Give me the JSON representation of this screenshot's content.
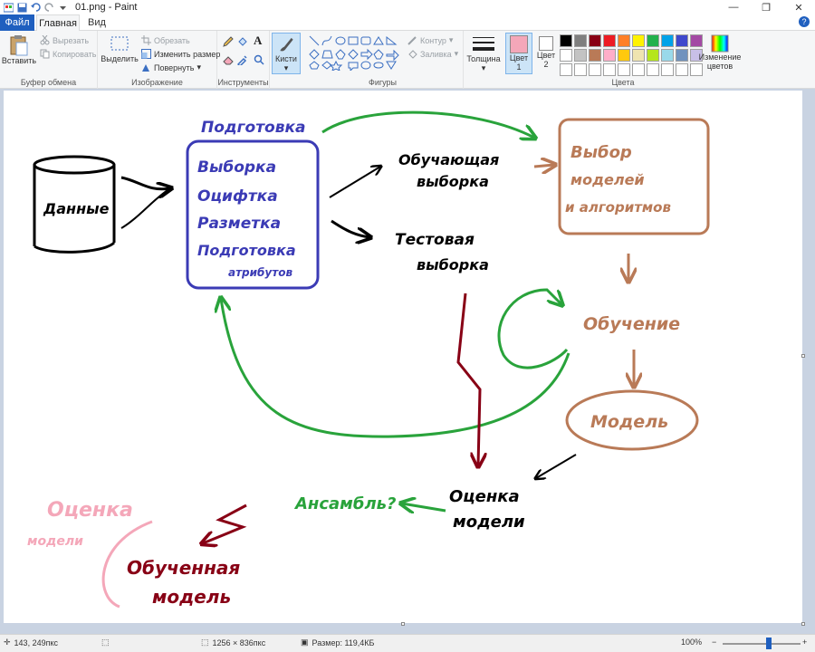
{
  "window": {
    "title": "01.png - Paint",
    "controls": [
      "—",
      "❐",
      "✕"
    ]
  },
  "tabs": {
    "file": "Файл",
    "home": "Главная",
    "view": "Вид",
    "help": "?"
  },
  "ribbon": {
    "clipboard": {
      "label": "Буфер обмена",
      "paste": "Вставить",
      "cut": "Вырезать",
      "copy": "Копировать"
    },
    "image": {
      "label": "Изображение",
      "select": "Выделить",
      "crop": "Обрезать",
      "resize": "Изменить размер",
      "rotate": "Повернуть"
    },
    "tools": {
      "label": "Инструменты"
    },
    "brushes": {
      "label": "Кисти"
    },
    "shapes": {
      "label": "Фигуры",
      "outline": "Контур",
      "fill": "Заливка"
    },
    "size": {
      "label": "Толщина"
    },
    "colors": {
      "label": "Цвета",
      "color1": "Цвет 1",
      "color2": "Цвет 2",
      "edit": "Изменение цветов",
      "color1_value": "#f4a7b9",
      "color2_value": "#ffffff",
      "swatches": [
        "#000000",
        "#7f7f7f",
        "#880015",
        "#ed1c24",
        "#ff7f27",
        "#fff200",
        "#22b14c",
        "#00a2e8",
        "#3f48cc",
        "#a349a4",
        "#ffffff",
        "#c3c3c3",
        "#b97a57",
        "#ffaec9",
        "#ffc90e",
        "#efe4b0",
        "#b5e61d",
        "#99d9ea",
        "#7092be",
        "#c8bfe7",
        "#ffffff",
        "#ffffff",
        "#ffffff",
        "#ffffff",
        "#ffffff",
        "#ffffff",
        "#ffffff",
        "#ffffff",
        "#ffffff",
        "#ffffff"
      ]
    }
  },
  "drawing": {
    "data": "Данные",
    "prep_title": "Подготовка",
    "prep_items": [
      "Выборка",
      "Оцифтка",
      "Разметка",
      "Подготовка",
      "атрибутов"
    ],
    "train_sample": [
      "Обучающая",
      "выборка"
    ],
    "test_sample": [
      "Тестовая",
      "выборка"
    ],
    "model_choice": [
      "Выбор",
      "моделей",
      "и алгоритмов"
    ],
    "training": "Обучение",
    "model": "Модель",
    "evaluation": [
      "Оценка",
      "модели"
    ],
    "ensemble": "Ансамбль?",
    "eval_pink": [
      "Оценка",
      "модели"
    ],
    "trained_model": [
      "Обученная",
      "модель"
    ],
    "colors": {
      "blue": "#3b3bb5",
      "green": "#29a33b",
      "brown": "#b97a57",
      "darkred": "#880015",
      "pink": "#f4a7b9",
      "black": "#000000"
    }
  },
  "status": {
    "cursor": "143, 249пкс",
    "dimensions": "1256 × 836пкс",
    "size": "Размер: 119,4КБ",
    "zoom": "100%"
  }
}
